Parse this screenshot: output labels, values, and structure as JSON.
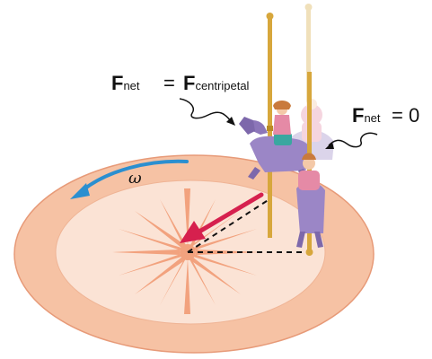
{
  "labels": {
    "fnet_left_main": "F",
    "fnet_left_sub": "net",
    "equals": "=",
    "fcent_main": "F",
    "fcent_sub": "centripetal",
    "fnet_right_main": "F",
    "fnet_right_sub": "net",
    "fnet_right_value": "= 0",
    "omega": "ω"
  },
  "colors": {
    "disk_outer": "#f6c2a4",
    "disk_inner": "#fbe3d5",
    "disk_edge": "#e79a78",
    "rotation_arrow": "#2b8fd0",
    "force_arrow": "#d6204e",
    "pole": "#d7a73c",
    "horse": "#9b86c6",
    "rider_shirt": "#e58aa6",
    "star": "#f2a27e"
  },
  "icons": [
    "carousel-disk",
    "rotation-arrow",
    "centripetal-force-arrow",
    "carousel-horse",
    "carousel-pole",
    "center-star"
  ]
}
